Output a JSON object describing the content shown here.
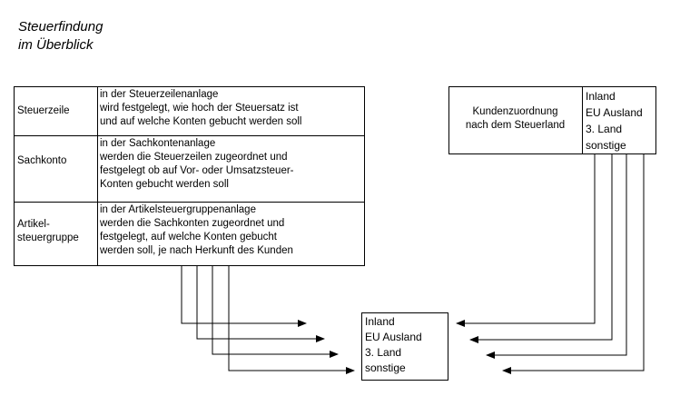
{
  "title": {
    "line1": "Steuerfindung",
    "line2": "im Überblick"
  },
  "left_table": {
    "rows": [
      {
        "label": [
          "Steuerzeile"
        ],
        "desc": [
          "in der Steuerzeilenanlage",
          "wird festgelegt, wie hoch der Steuersatz ist",
          "und auf welche Konten gebucht werden soll"
        ]
      },
      {
        "label": [
          "Sachkonto"
        ],
        "desc": [
          "in der Sachkontenanlage",
          "werden die Steuerzeilen zugeordnet und",
          "festgelegt ob auf Vor- oder Umsatzsteuer-",
          "Konten gebucht werden soll"
        ]
      },
      {
        "label": [
          "Artikel-",
          "steuergruppe"
        ],
        "desc": [
          "in der Artikelsteuergruppenanlage",
          "werden die Sachkonten zugeordnet und",
          "festgelegt, auf welche Konten gebucht",
          "werden soll, je nach Herkunft des Kunden"
        ]
      }
    ]
  },
  "right_box": {
    "label": [
      "Kundenzuordnung",
      "nach dem Steuerland"
    ],
    "options": [
      "Inland",
      "EU Ausland",
      "3. Land",
      "sonstige"
    ]
  },
  "target_box": {
    "options": [
      "Inland",
      "EU Ausland",
      "3. Land",
      "sonstige"
    ]
  }
}
